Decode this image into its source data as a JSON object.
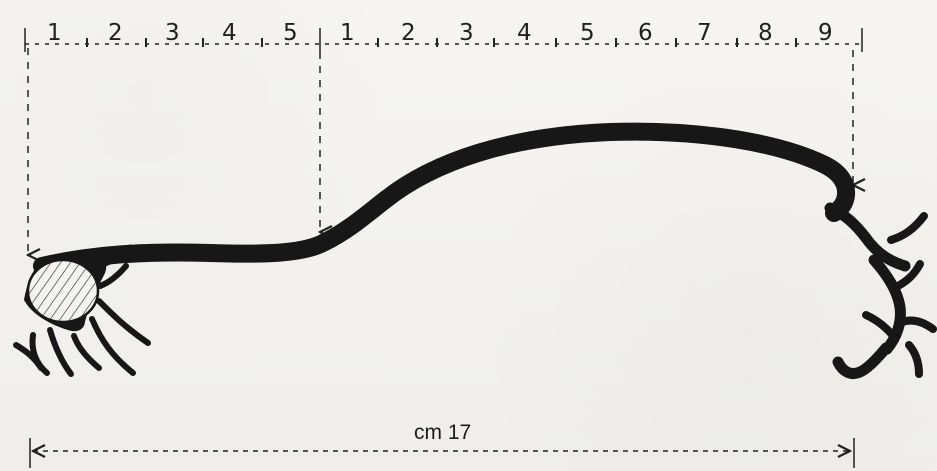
{
  "top_scale": {
    "left_numbers": [
      "1",
      "2",
      "3",
      "4",
      "5"
    ],
    "right_numbers": [
      "1",
      "2",
      "3",
      "4",
      "5",
      "6",
      "7",
      "8",
      "9"
    ]
  },
  "bottom_dimension": {
    "label": "cm 17"
  }
}
